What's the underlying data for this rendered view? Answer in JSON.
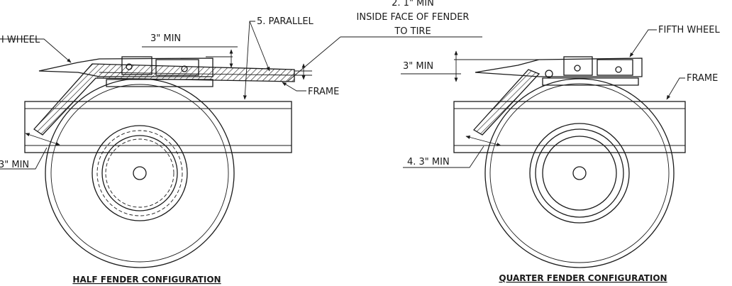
{
  "half": {
    "fifth_wheel": "H WHEEL",
    "min_3_top": "3\" MIN",
    "parallel": "5. PARALLEL",
    "inside_face_1": "2. 1\" MIN",
    "inside_face_2": "INSIDE FACE OF FENDER",
    "inside_face_3": "TO TIRE",
    "frame": "FRAME",
    "min_3_bottom": "3\" MIN",
    "caption": "HALF FENDER CONFIGURATION"
  },
  "quarter": {
    "fifth_wheel": "FIFTH WHEEL",
    "frame": "FRAME",
    "min_3_top": "3\" MIN",
    "min_3_bottom": "4.  3\" MIN",
    "caption": "QUARTER FENDER CONFIGURATION"
  },
  "colors": {
    "line": "#1a1a1a",
    "background": "#ffffff"
  }
}
